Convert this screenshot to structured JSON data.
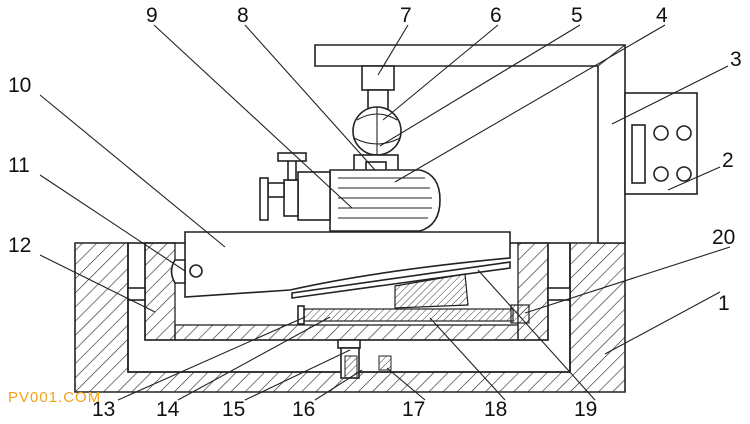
{
  "labels": [
    "1",
    "2",
    "3",
    "4",
    "5",
    "6",
    "7",
    "8",
    "9",
    "10",
    "11",
    "12",
    "13",
    "14",
    "15",
    "16",
    "17",
    "18",
    "19",
    "20"
  ],
  "watermark": "PV001.COM"
}
